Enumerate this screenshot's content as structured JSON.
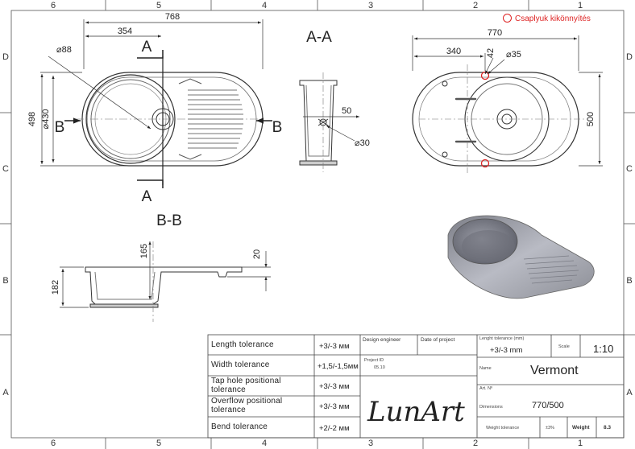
{
  "legend": {
    "label": "Csaplyuk kikönnyítés",
    "color": "#dd2222"
  },
  "grid": {
    "columns": [
      "6",
      "5",
      "4",
      "3",
      "2",
      "1"
    ],
    "rows": [
      "D",
      "C",
      "B",
      "A"
    ]
  },
  "views": {
    "section_aa_label": "A-A",
    "section_bb_label": "B-B",
    "cut_a": "A",
    "cut_b": "B"
  },
  "dimensions": {
    "top_768": "768",
    "top_354": "354",
    "dia_88": "⌀88",
    "left_498": "498",
    "left_430": "⌀430",
    "aa_50": "50",
    "aa_30": "⌀30",
    "right_770": "770",
    "right_340": "340",
    "right_42": "42",
    "right_35": "⌀35",
    "right_500": "500",
    "bb_165": "165",
    "bb_20": "20",
    "bb_182": "182"
  },
  "title_block": {
    "tolerances": [
      {
        "label": "Length tolerance",
        "value": "+3/-3 мм"
      },
      {
        "label": "Width tolerance",
        "value": "+1,5/-1,5мм"
      },
      {
        "label": "Tap hole positional tolerance",
        "value": "+3/-3 мм"
      },
      {
        "label": "Overflow positional tolerance",
        "value": "+3/-3 мм"
      },
      {
        "label": "Bend tolerance",
        "value": "+2/-2 мм"
      }
    ],
    "design_engineer_label": "Design engineer",
    "date_label": "Date of project",
    "project_id_label": "Project ID",
    "project_id_value": "05.10",
    "signature": "LunArt",
    "length_tol_label": "Lenght tolerance (mm)",
    "length_tol_value": "+3/-3 mm",
    "scale_label": "Scale",
    "scale_value": "1:10",
    "name_label": "Name",
    "name_value": "Vermont",
    "art_label": "Art. Nº",
    "dimensions_label": "Dimensions",
    "dimensions_value": "770/500",
    "weight_tol_label": "Weight tolerance",
    "weight_tol_value": "±3%",
    "weight_label": "Weight",
    "weight_value": "8.3"
  }
}
